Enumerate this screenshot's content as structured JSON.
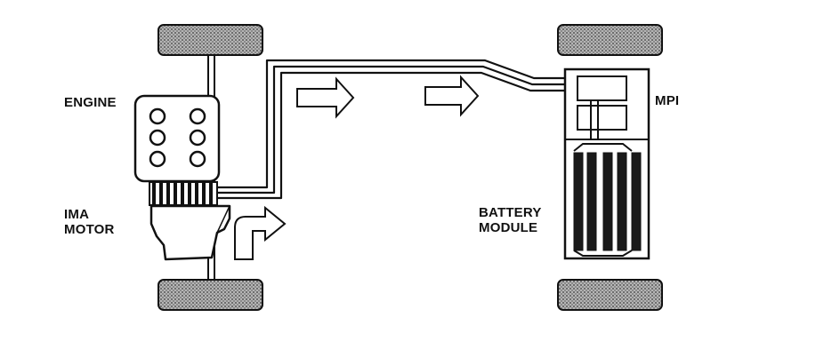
{
  "labels": {
    "engine": "ENGINE",
    "ima_line1": "IMA",
    "ima_line2": "MOTOR",
    "battery_line1": "BATTERY",
    "battery_line2": "MODULE",
    "mpi": "MPI"
  },
  "colors": {
    "ink": "#111111",
    "tire_fill": "#9a9a9a",
    "background": "#ffffff"
  }
}
